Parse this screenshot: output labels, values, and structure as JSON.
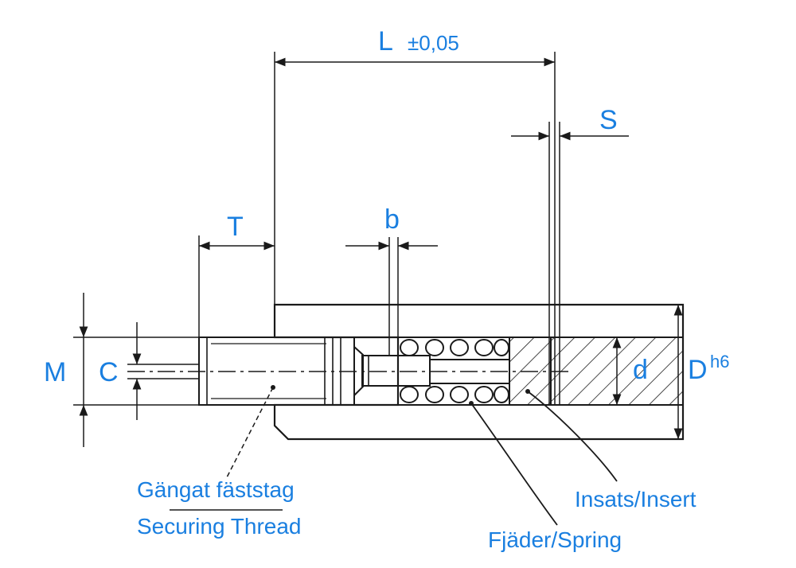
{
  "labels": {
    "L": "L",
    "L_tol": "±0,05",
    "S": "S",
    "T": "T",
    "b": "b",
    "M": "M",
    "C": "C",
    "d": "d",
    "D": "D",
    "D_sup": "h6"
  },
  "captions": {
    "thread_sv": "Gängat fäststag",
    "thread_en": "Securing Thread",
    "insert": "Insats/Insert",
    "spring": "Fjäder/Spring"
  },
  "colors": {
    "label": "#1a7fe0",
    "line": "#1a1a1a"
  }
}
